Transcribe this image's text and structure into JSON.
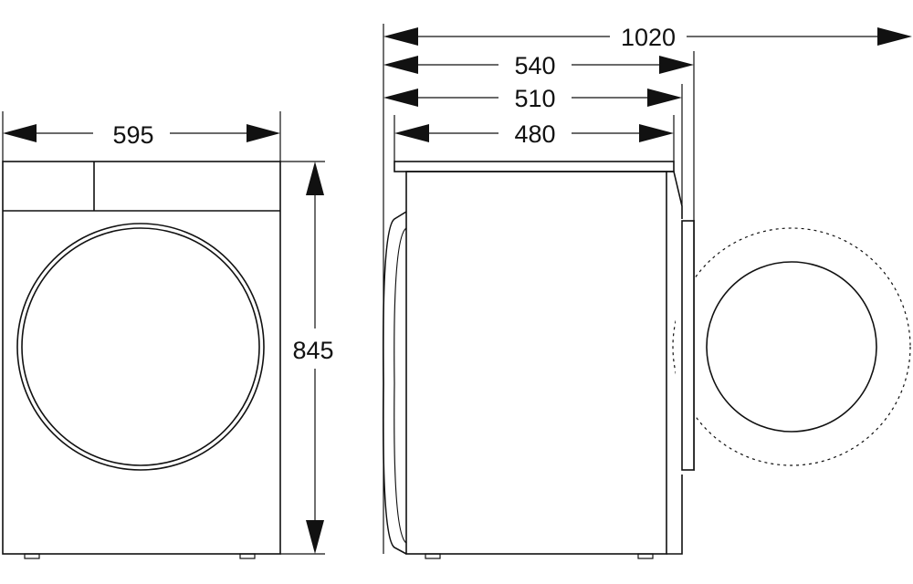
{
  "dimensions": {
    "width": "595",
    "height": "845",
    "depth_total_door_open": "1020",
    "depth_with_door": "540",
    "depth_510": "510",
    "depth_body": "480"
  },
  "colors": {
    "line": "#111111",
    "background": "#ffffff"
  }
}
